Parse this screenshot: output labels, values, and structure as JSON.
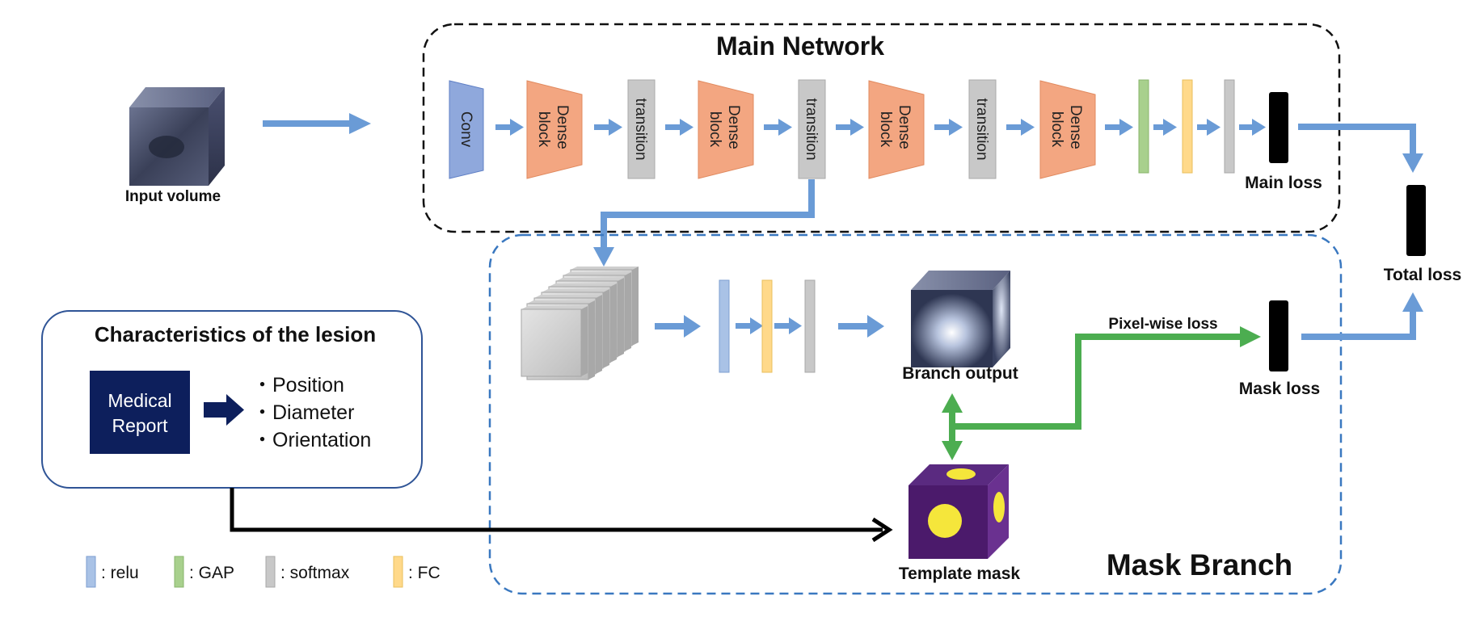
{
  "input": {
    "label": "Input volume"
  },
  "main_network": {
    "title": "Main Network",
    "conv_label": "Conv",
    "dense_label_line1": "Dense",
    "dense_label_line2": "block",
    "transition_label": "transition",
    "loss_label": "Main loss"
  },
  "total_loss": {
    "label": "Total loss"
  },
  "mask_branch": {
    "title": "Mask Branch",
    "branch_output_label": "Branch output",
    "template_mask_label": "Template mask",
    "pixel_loss_label": "Pixel-wise loss",
    "mask_loss_label": "Mask loss"
  },
  "lesion": {
    "title": "Characteristics of the lesion",
    "report_line1": "Medical",
    "report_line2": "Report",
    "bullets": [
      "・Position",
      "・Diameter",
      "・Orientation"
    ]
  },
  "legend": [
    {
      "label": ": relu",
      "color": "#a9c2e6"
    },
    {
      "label": ": GAP",
      "color": "#a8d08d"
    },
    {
      "label": ": softmax",
      "color": "#c8c8c8"
    },
    {
      "label": ": FC",
      "color": "#ffd98a"
    }
  ],
  "colors": {
    "arrow_blue": "#6a9bd6",
    "dense_orange": "#f3a681",
    "conv_blue": "#8fa8dc",
    "green": "#4cad50",
    "navy": "#0d1f5c",
    "dashed_blue": "#3a78c0",
    "mask_purple": "#4b1a6b"
  }
}
